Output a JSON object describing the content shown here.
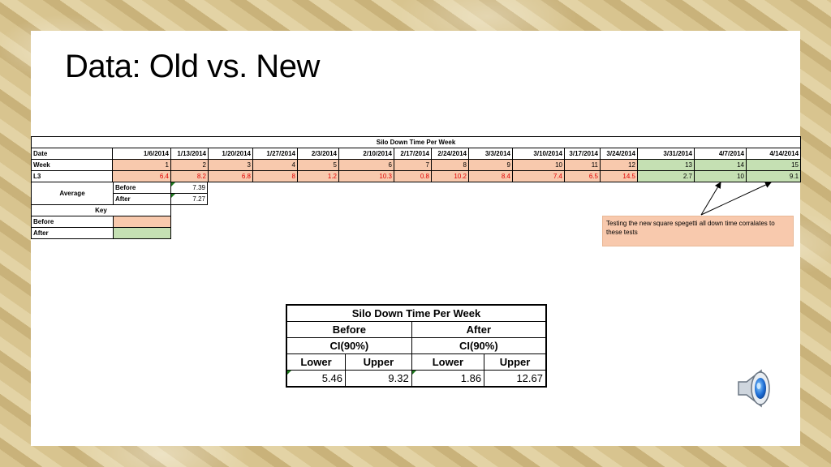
{
  "title": "Data: Old vs. New",
  "table_title": "Silo Down Time Per Week",
  "rows": {
    "date_label": "Date",
    "week_label": "Week",
    "l3_label": "L3"
  },
  "dates": [
    "1/6/2014",
    "1/13/2014",
    "1/20/2014",
    "1/27/2014",
    "2/3/2014",
    "2/10/2014",
    "2/17/2014",
    "2/24/2014",
    "3/3/2014",
    "3/10/2014",
    "3/17/2014",
    "3/24/2014",
    "3/31/2014",
    "4/7/2014",
    "4/14/2014"
  ],
  "weeks": [
    "1",
    "2",
    "3",
    "4",
    "5",
    "6",
    "7",
    "8",
    "9",
    "10",
    "11",
    "12",
    "13",
    "14",
    "15"
  ],
  "l3": [
    "6.4",
    "8.2",
    "6.8",
    "8",
    "1.2",
    "10.3",
    "0.8",
    "10.2",
    "8.4",
    "7.4",
    "6.5",
    "14.5",
    "2.7",
    "10",
    "9.1"
  ],
  "average": {
    "label": "Average",
    "before_label": "Before",
    "before_value": "7.39",
    "after_label": "After",
    "after_value": "7.27"
  },
  "key": {
    "title": "Key",
    "before_label": "Before",
    "after_label": "After",
    "before_color": "#f8c9ad",
    "after_color": "#c5e0b3"
  },
  "note": "Testing the new square spegetti all down time corralates to these tests",
  "ci": {
    "title": "Silo Down Time Per Week",
    "before": "Before",
    "after": "After",
    "ci_label": "CI(90%)",
    "lower": "Lower",
    "upper": "Upper",
    "before_lower": "5.46",
    "before_upper": "9.32",
    "after_lower": "1.86",
    "after_upper": "12.67"
  },
  "icons": {
    "audio": "speaker-icon"
  }
}
